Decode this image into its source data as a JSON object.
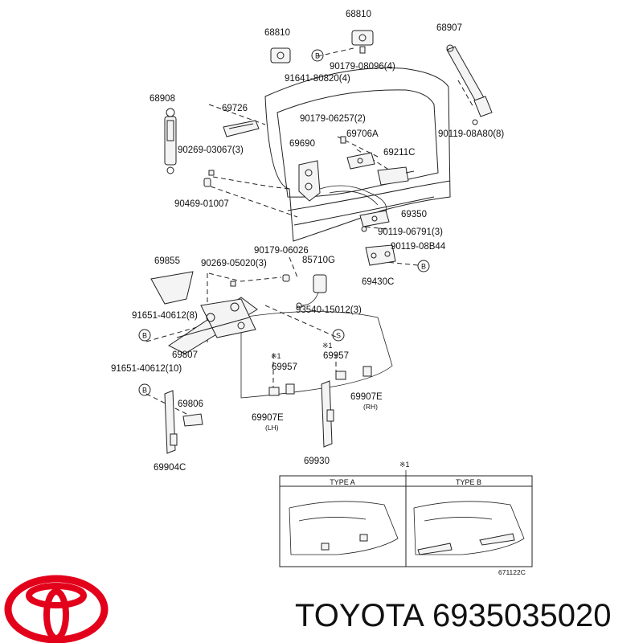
{
  "labels": {
    "l68810a": "68810",
    "l68810b": "68810",
    "l68907": "68907",
    "l90179_08096": "90179-08096(4)",
    "l91641": "91641-80820(4)",
    "l68908": "68908",
    "l69726": "69726",
    "l90179_06257": "90179-06257(2)",
    "l69706A": "69706A",
    "l90119_08A80": "90119-08A80(8)",
    "l69690": "69690",
    "l69211C": "69211C",
    "l90269_03067": "90269-03067(3)",
    "l90469": "90469-01007",
    "l69350": "69350",
    "l90119_06791": "90119-06791(3)",
    "l90119_08B44": "90119-08B44",
    "l90179_06026": "90179-06026",
    "l69855": "69855",
    "l90269_05020": "90269-05020(3)",
    "l85710G": "85710G",
    "l69430C": "69430C",
    "l91651_8": "91651-40612(8)",
    "l93540": "93540-15012(3)",
    "l69807": "69807",
    "l91651_10": "91651-40612(10)",
    "l69957a": "69957",
    "l69957b": "69957",
    "l69806": "69806",
    "l69907E_rh": "69907E",
    "l69907E_lh": "69907E",
    "l69904C": "69904C",
    "l69930": "69930"
  },
  "notes": {
    "mark1": "※1",
    "mark2": "※1",
    "mark3": "※1",
    "rh": "(RH)",
    "lh": "(LH)"
  },
  "circles": {
    "b": "B",
    "s": "S"
  },
  "type_table": {
    "type_a": "TYPE A",
    "type_b": "TYPE B"
  },
  "diagram_code": "671122C",
  "footer": {
    "brand": "TOYOTA",
    "part_number": "6935035020"
  },
  "colors": {
    "brand_red": "#e3001b"
  }
}
